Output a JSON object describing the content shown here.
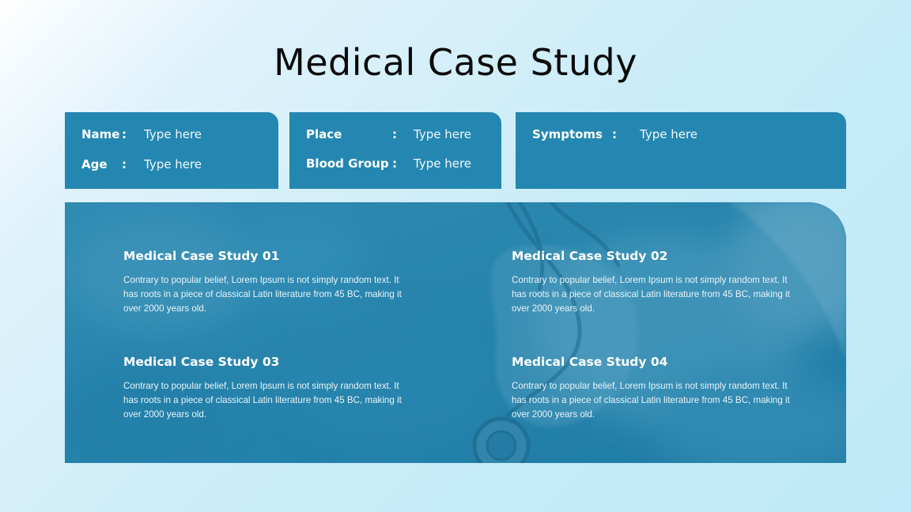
{
  "title": "Medical Case Study",
  "info_cards": {
    "card1": {
      "name_label": "Name",
      "name_value": "Type here",
      "age_label": "Age",
      "age_value": "Type here"
    },
    "card2": {
      "place_label": "Place",
      "place_value": "Type here",
      "blood_group_label": "Blood Group",
      "blood_group_value": "Type here"
    },
    "card3": {
      "symptoms_label": "Symptoms",
      "symptoms_value": "Type here"
    },
    "separator": ":"
  },
  "case_studies": [
    {
      "title": "Medical Case Study 01",
      "body": "Contrary to popular belief, Lorem Ipsum is not simply random text. It has roots in a piece of classical Latin literature from 45 BC, making it over 2000 years old."
    },
    {
      "title": "Medical Case Study 02",
      "body": "Contrary to popular belief, Lorem Ipsum is not simply random text. It has roots in a piece of classical Latin literature from 45 BC, making it over 2000 years old."
    },
    {
      "title": "Medical Case Study 03",
      "body": "Contrary to popular belief, Lorem Ipsum is not simply random text. It has roots in a piece of classical Latin literature from 45 BC, making it over 2000 years old."
    },
    {
      "title": "Medical Case Study 04",
      "body": "Contrary to popular belief, Lorem Ipsum is not simply random text. It has roots in a piece of classical Latin literature from 45 BC, making it over 2000 years old."
    }
  ],
  "colors": {
    "card_blue": "#2487b1",
    "panel_blue": "#2a86ad",
    "title_text": "#0b0b0b"
  }
}
